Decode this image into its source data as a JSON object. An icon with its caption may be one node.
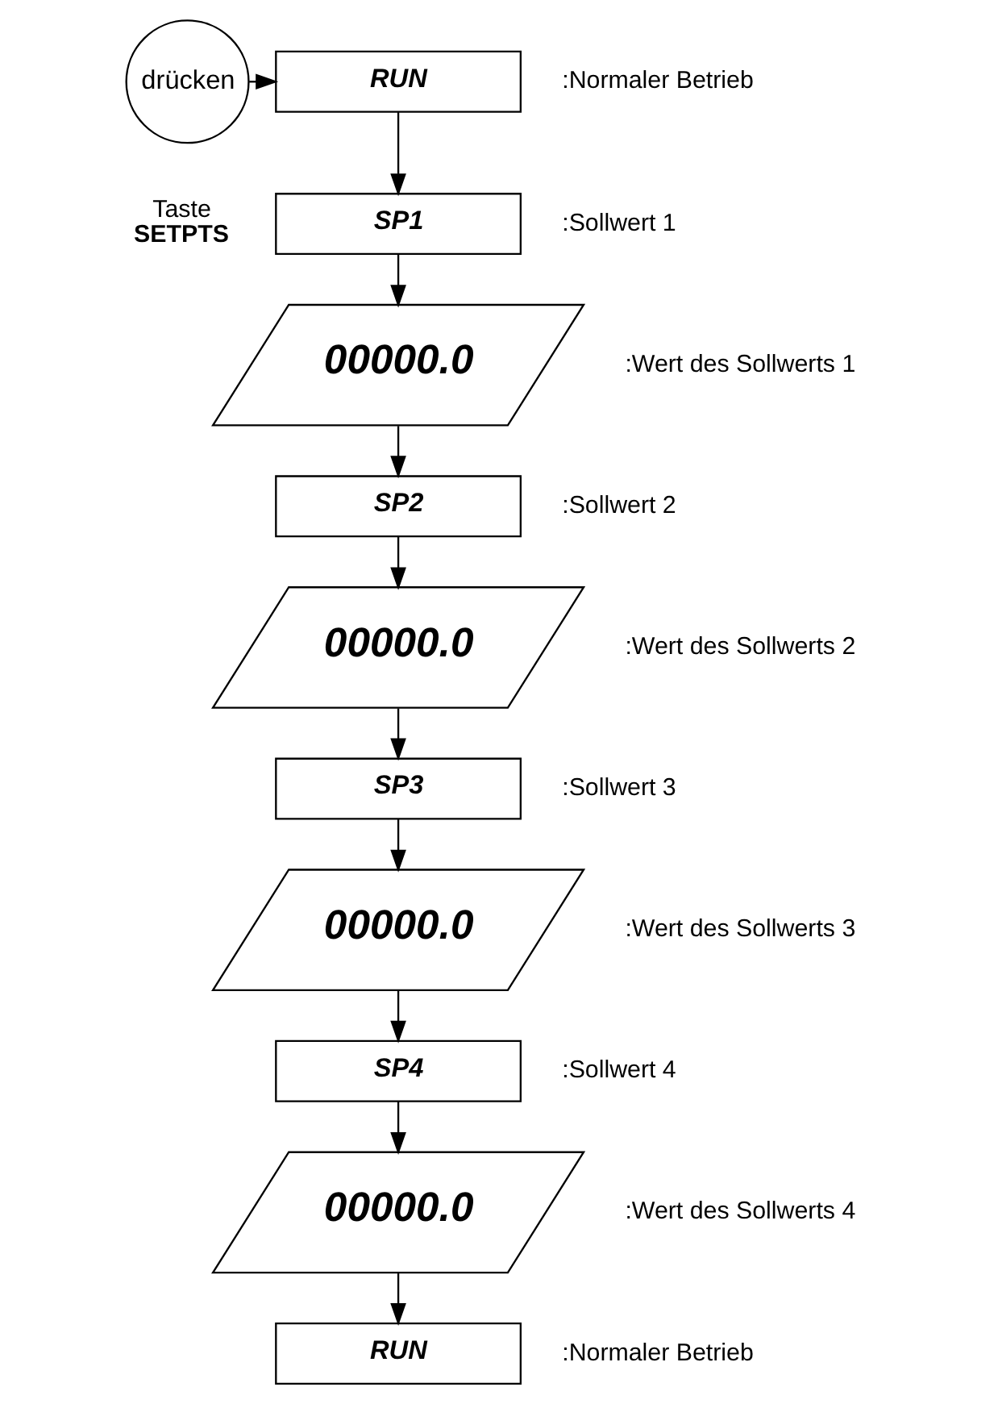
{
  "diagram": {
    "nodes": [
      {
        "text": [
          "drücken"
        ],
        "beside": [
          "Taste",
          "SETPTS"
        ]
      },
      {
        "text": [
          "RUN"
        ],
        "beside": [
          ":Normaler Betrieb"
        ]
      },
      {
        "text": [
          "SP1"
        ],
        "beside": [
          ":Sollwert 1"
        ]
      },
      {
        "text": [
          "00000.0"
        ],
        "beside": [
          ":Wert des Sollwerts 1"
        ]
      },
      {
        "text": [
          "SP2"
        ],
        "beside": [
          ":Sollwert 2"
        ]
      },
      {
        "text": [
          "00000.0"
        ],
        "beside": [
          ":Wert des Sollwerts 2"
        ]
      },
      {
        "text": [
          "SP3"
        ],
        "beside": [
          ":Sollwert 3"
        ]
      },
      {
        "text": [
          "00000.0"
        ],
        "beside": [
          ":Wert des Sollwerts 3"
        ]
      },
      {
        "text": [
          "SP4"
        ],
        "beside": [
          ":Sollwert 4"
        ]
      },
      {
        "text": [
          "00000.0"
        ],
        "beside": [
          ":Wert des Sollwerts 4"
        ]
      },
      {
        "text": [
          "RUN"
        ],
        "beside": [
          ":Normaler Betrieb"
        ]
      }
    ],
    "edges": [
      {
        "from": 0,
        "to": 1,
        "arrow": "to"
      },
      {
        "from": 1,
        "to": 2,
        "arrow": "to"
      },
      {
        "from": 2,
        "to": 3,
        "arrow": "to"
      },
      {
        "from": 3,
        "to": 4,
        "arrow": "to"
      },
      {
        "from": 4,
        "to": 5,
        "arrow": "to"
      },
      {
        "from": 5,
        "to": 6,
        "arrow": "to"
      },
      {
        "from": 6,
        "to": 7,
        "arrow": "to"
      },
      {
        "from": 7,
        "to": 8,
        "arrow": "to"
      },
      {
        "from": 8,
        "to": 9,
        "arrow": "to"
      },
      {
        "from": 9,
        "to": 10,
        "arrow": "to"
      }
    ]
  }
}
